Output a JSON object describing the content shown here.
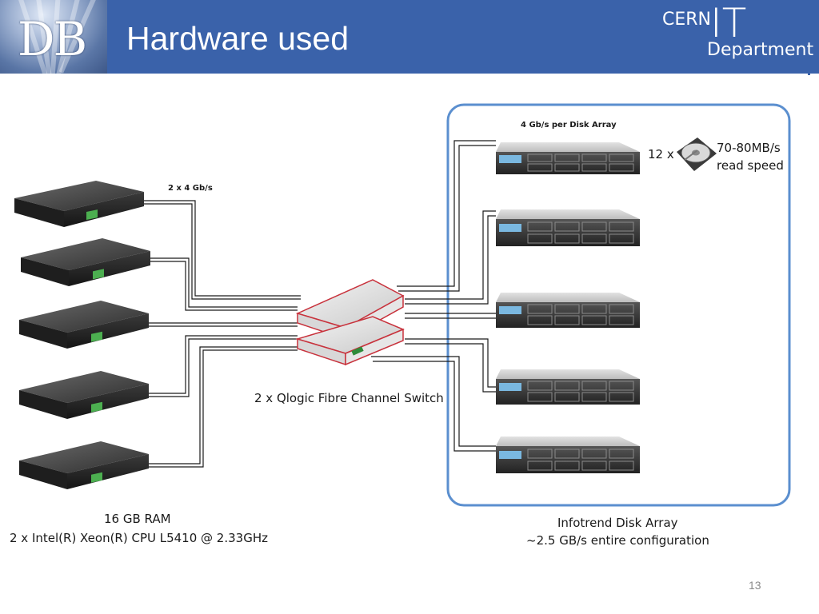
{
  "header": {
    "logo_text": "DB",
    "title": "Hardware used",
    "cern_logo": {
      "cern": "CERN",
      "it": "IT",
      "department": "Department"
    }
  },
  "labels": {
    "host_links": "2 x 4 Gb/s",
    "disk_array_links": "4 Gb/s per Disk Array",
    "disk_count": "12 x",
    "disk_speed_line1": "70-80MB/s",
    "disk_speed_line2": "read speed",
    "switch": "2 x Qlogic Fibre Channel Switch",
    "server_ram": "16 GB RAM",
    "server_cpu": "2 x Intel(R) Xeon(R) CPU L5410  @ 2.33GHz",
    "array_name": "Infotrend Disk Array",
    "array_throughput": "~2.5 GB/s entire configuration"
  },
  "icons": {
    "server": "rack-server-icon",
    "switch": "fibre-channel-switch-icon",
    "disk_array": "disk-array-icon",
    "hard_disk": "hard-disk-icon"
  },
  "colors": {
    "header_bg": "#3a62aa",
    "storage_border": "#5b8fcf",
    "switch_outline": "#c8323c"
  },
  "page_number": "13"
}
